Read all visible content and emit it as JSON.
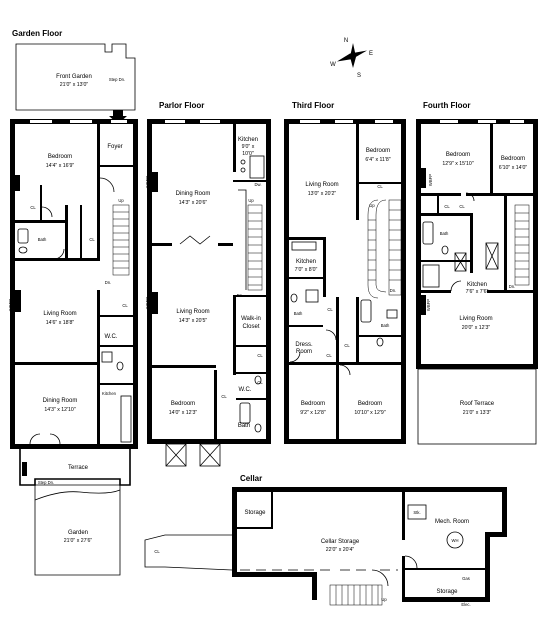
{
  "garden_floor": {
    "title": "Garden Floor",
    "front_garden": {
      "name": "Front Garden",
      "dim": "21'0\" x 13'0\""
    },
    "step_dn_top": "Step Dn.",
    "foyer": "Foyer",
    "bedroom": {
      "name": "Bedroom",
      "dim": "14'4\" x 16'9\""
    },
    "cl_1": "CL",
    "cl_2": "CL",
    "bath": "Bath",
    "up": "Up",
    "dn": "Dn.",
    "wbfp": "WBFP",
    "living_room": {
      "name": "Living Room",
      "dim": "14'6\" x 18'8\""
    },
    "cl_3": "CL",
    "wc": "W.C.",
    "dining_room": {
      "name": "Dining Room",
      "dim": "14'3\" x 12'10\""
    },
    "kitchen": "Kitchen",
    "terrace": "Terrace",
    "step_dn_bottom": "Step Dn.",
    "garden": {
      "name": "Garden",
      "dim": "21'0\" x 27'6\""
    }
  },
  "parlor_floor": {
    "title": "Parlor Floor",
    "kitchen": {
      "name": "Kitchen",
      "dim1": "9'0\" x",
      "dim2": "10'0\""
    },
    "dw": "Dw.",
    "dining_room": {
      "name": "Dining Room",
      "dim": "14'3\" x 20'6\""
    },
    "wbfp_1": "WBFP",
    "up": "Up",
    "dn": "Dn.",
    "living_room": {
      "name": "Living Room",
      "dim": "14'3\" x 20'5\""
    },
    "wbfp_2": "WBFP",
    "walk_in_closet": {
      "line1": "Walk-in",
      "line2": "Closet"
    },
    "cl_1": "CL",
    "cl_2": "CL",
    "wc": "W.C.",
    "bedroom": {
      "name": "Bedroom",
      "dim": "14'0\" x 12'3\""
    },
    "cl_3": "CL",
    "bath": "Bath"
  },
  "third_floor": {
    "title": "Third Floor",
    "bedroom_a": {
      "name": "Bedroom",
      "dim": "6'4\" x 11'8\""
    },
    "living_room": {
      "name": "Living Room",
      "dim": "13'0\" x 20'2\""
    },
    "cl_1": "CL",
    "up": "Up",
    "dn": "Dn.",
    "kitchen": {
      "name": "Kitchen",
      "dim": "7'0\" x 8'0\""
    },
    "bath_1": "Bath",
    "cl_2": "CL",
    "bath_2": "Bath",
    "dress_room": {
      "name": "Dress.",
      "name2": "Room"
    },
    "cl_3": "CL",
    "cl_4": "CL",
    "bedroom_b": {
      "name": "Bedroom",
      "dim": "9'2\" x 12'8\""
    },
    "bedroom_c": {
      "name": "Bedroom",
      "dim": "10'10\" x 12'9\""
    }
  },
  "fourth_floor": {
    "title": "Fourth Floor",
    "bedroom_a": {
      "name": "Bedroom",
      "dim": "12'9\" x 15'10\""
    },
    "bedroom_b": {
      "name": "Bedroom",
      "dim": "6'10\" x 14'0\""
    },
    "wbfp_1": "WBFP",
    "cl_1": "CL",
    "cl_2": "CL",
    "bath": "Bath",
    "dn": "Dn.",
    "kitchen": {
      "name": "Kitchen",
      "dim": "7'6\" x 7'6\""
    },
    "wbfp_2": "WBFP",
    "living_room": {
      "name": "Living Room",
      "dim": "20'0\" x 12'3\""
    },
    "roof_terrace": {
      "name": "Roof Terrace",
      "dim": "21'0\" x 13'3\""
    }
  },
  "cellar": {
    "title": "Cellar",
    "storage_1": "Storage",
    "cl": "CL",
    "cellar_storage": {
      "name": "Cellar Storage",
      "dim": "22'0\" x 20'4\""
    },
    "sink": "Stk.",
    "mech_room": "Mech. Room",
    "wh": "WH",
    "gas": "Gas",
    "storage_2": "Storage",
    "up": "Up",
    "elec": "Elec."
  },
  "compass": {
    "n": "N",
    "e": "E",
    "w": "W",
    "s": "S"
  }
}
